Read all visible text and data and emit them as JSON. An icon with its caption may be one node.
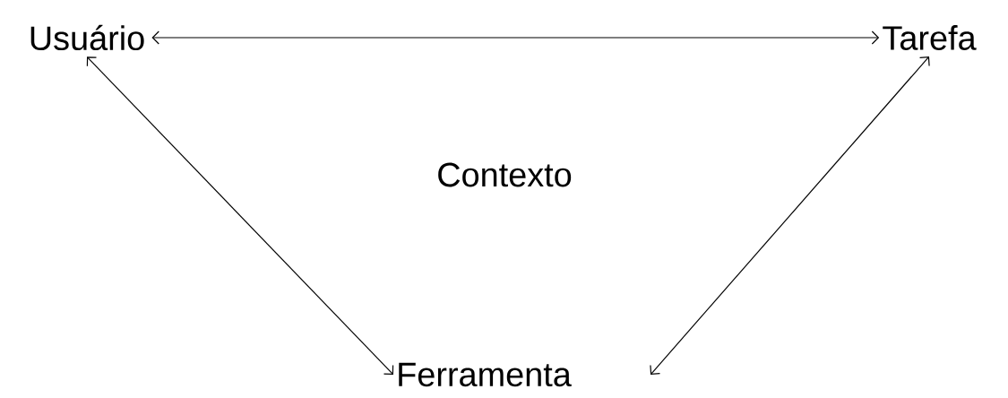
{
  "diagram": {
    "nodes": [
      {
        "text": [
          "Usuário"
        ]
      },
      {
        "text": [
          "Tarefa"
        ]
      },
      {
        "text": [
          "Ferramenta"
        ]
      }
    ],
    "edges": [
      {
        "from": 0,
        "to": 1,
        "arrow": "both"
      },
      {
        "from": 0,
        "to": 2,
        "arrow": "both"
      },
      {
        "from": 1,
        "to": 2,
        "arrow": "both"
      }
    ],
    "labels": [
      "Contexto"
    ]
  }
}
